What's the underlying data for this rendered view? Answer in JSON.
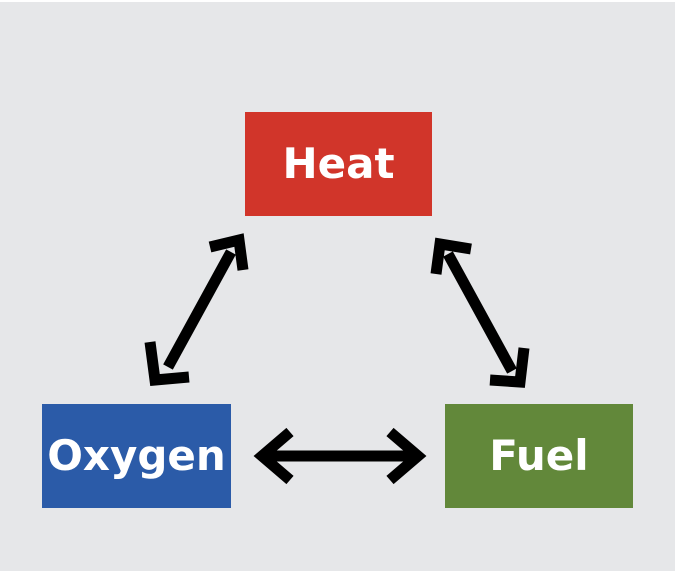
{
  "diagram": {
    "nodes": {
      "heat": {
        "label": "Heat",
        "color": "#d1352a"
      },
      "oxygen": {
        "label": "Oxygen",
        "color": "#2b5ba8"
      },
      "fuel": {
        "label": "Fuel",
        "color": "#62883a"
      }
    },
    "edges": [
      {
        "from": "oxygen",
        "to": "heat",
        "direction": "both"
      },
      {
        "from": "heat",
        "to": "fuel",
        "direction": "both"
      },
      {
        "from": "oxygen",
        "to": "fuel",
        "direction": "both"
      }
    ],
    "background_color": "#e6e7e9",
    "arrow_color": "#000000"
  }
}
